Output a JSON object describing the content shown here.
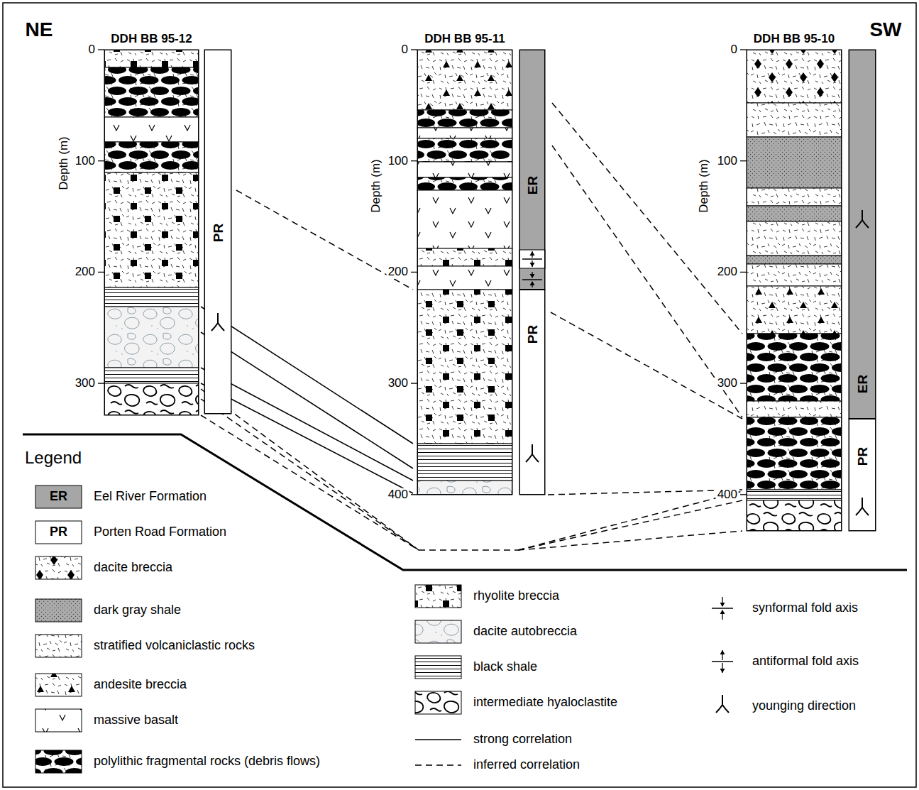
{
  "diagram": {
    "nodes": [
      {
        "text": [
          "DDH BB 95-12"
        ]
      },
      {
        "text": [
          "PR"
        ]
      },
      {
        "text": [
          "DDH BB 95-11"
        ]
      },
      {
        "text": [
          "ER"
        ]
      },
      {
        "text": [
          "PR"
        ]
      },
      {
        "text": [
          "DDH BB 95-10"
        ]
      },
      {
        "text": [
          "ER"
        ]
      },
      {
        "text": [
          "PR"
        ]
      }
    ],
    "labels": [
      "NE",
      "SW",
      "Depth (m)",
      "0",
      "100",
      "200",
      "300",
      "Depth (m)",
      "0",
      "100",
      "200",
      "300",
      "400",
      "Depth (m)",
      "0",
      "100",
      "200",
      "300",
      "400",
      "Legend",
      "ER",
      "PR"
    ],
    "legend": [
      {
        "text": "Eel River Formation",
        "color": "#a6a6a6"
      },
      {
        "text": "Porten Road Formation",
        "color": "#ffffff"
      },
      {
        "text": "dacite breccia"
      },
      {
        "text": "dark gray shale"
      },
      {
        "text": "stratified volcaniclastic rocks"
      },
      {
        "text": "andesite breccia"
      },
      {
        "text": "massive basalt"
      },
      {
        "text": "polylithic fragmental rocks (debris flows)"
      },
      {
        "text": "rhyolite breccia"
      },
      {
        "text": "dacite autobreccia"
      },
      {
        "text": "black shale"
      },
      {
        "text": "intermediate hyaloclastite"
      },
      {
        "text": "strong correlation"
      },
      {
        "text": "inferred correlation"
      },
      {
        "text": "synformal fold axis"
      },
      {
        "text": "antiformal fold axis"
      },
      {
        "text": "younging direction"
      }
    ]
  }
}
